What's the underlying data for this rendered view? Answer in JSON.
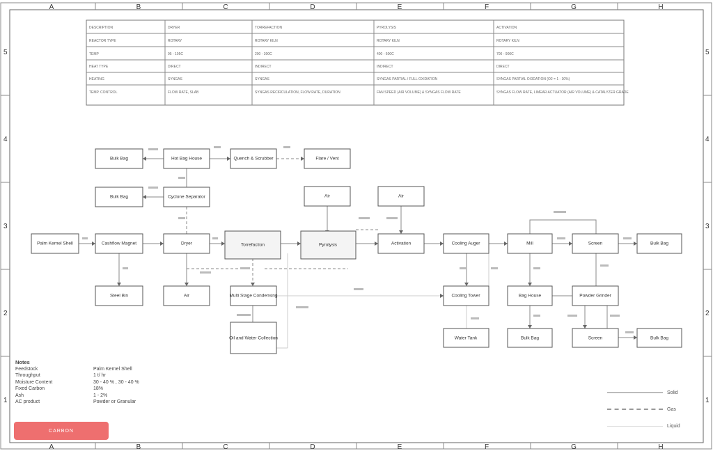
{
  "grid": {
    "columns": [
      "A",
      "B",
      "C",
      "D",
      "E",
      "F",
      "G",
      "H"
    ],
    "rows": [
      "5",
      "4",
      "3",
      "2",
      "1"
    ]
  },
  "spec_table": {
    "headers": [
      "DESCRIPTION",
      "DRYER",
      "TORREFACTION",
      "PYROLYSIS",
      "ACTIVATION"
    ],
    "rows": [
      [
        "REACTOR TYPE",
        "ROTARY",
        "ROTARY KILN",
        "ROTARY KILN",
        "ROTARY KILN"
      ],
      [
        "TEMP",
        "95 - 105C",
        "200 - 300C",
        "400 - 600C",
        "700 - 900C"
      ],
      [
        "HEAT TYPE",
        "DIRECT",
        "INDIRECT",
        "INDIRECT",
        "DIRECT"
      ],
      [
        "HEATING",
        "SYNGAS",
        "SYNGAS",
        "SYNGAS PARTIAL / FULL OXIDATION",
        "SYNGAS PARTIAL OXIDATION (O2 = 1 - 30%)"
      ],
      [
        "TEMP. CONTROL",
        "FLOW RATE, SLAB",
        "SYNGAS RECIRCULATION, FLOW RATE, DURATION",
        "FAN SPEED (AIR VOLUME) & SYNGAS FLOW RATE",
        "SYNGAS FLOW RATE, LIMEAR ACTUATOR (AIR VOLUME) & CATALYZER GRADE"
      ]
    ]
  },
  "nodes": {
    "bulk_bag_1": "Bulk Bag",
    "hot_bag_house": "Hot Bag House",
    "quench_scrubber": "Quench & Scrubber",
    "flare_vent": "Flare / Vent",
    "bulk_bag_2": "Bulk Bag",
    "cyclone": "Cyclone Separator",
    "air_top_1": "Air",
    "air_top_2": "Air",
    "feed_stock": "Palm Kernel Shell",
    "cashflow": "Cashflow Magnet",
    "dryer": "Dryer",
    "torrefaction": "Torrefaction",
    "pyrolysis": "Pyrolysis",
    "activation": "Activation",
    "cooling_auger": "Cooling Auger",
    "mill": "Mill",
    "screen_1": "Screen",
    "bulk_bag_3": "Bulk Bag",
    "steel_bin": "Steel Bin",
    "air_bottom": "Air",
    "multi_stage": "Multi Stage Condensing",
    "oil_water": "Oil and Water Collection",
    "cooling_tower": "Cooling Tower",
    "water_tank": "Water Tank",
    "bag_house": "Bag House",
    "powder_grinder": "Powder Grinder",
    "bulk_bag_4": "Bulk Bag",
    "screen_2": "Screen",
    "bulk_bag_5": "Bulk Bag"
  },
  "notes": {
    "title": "Notes",
    "rows": [
      {
        "k": "Feedstock",
        "v": "Palm Kernel Shell"
      },
      {
        "k": "Throughput",
        "v": "1 t/ hr"
      },
      {
        "k": "Moisture Content",
        "v": "30 - 40 % , 30 - 40 %"
      },
      {
        "k": "Fixed Carbon",
        "v": "18%"
      },
      {
        "k": "Ash",
        "v": "1 - 2%"
      },
      {
        "k": "AC product",
        "v": "Powder or Granular"
      }
    ]
  },
  "logo_text": "CARBON",
  "legend": [
    {
      "label": "Solid",
      "style": "solid"
    },
    {
      "label": "Gas",
      "style": "dash"
    },
    {
      "label": "Liquid",
      "style": "light"
    }
  ]
}
